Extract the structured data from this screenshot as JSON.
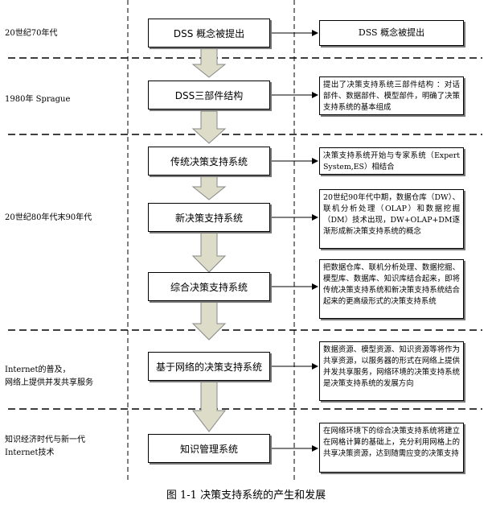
{
  "eras": [
    {
      "label": "20世纪70年代"
    },
    {
      "label": "1980年 Sprague"
    },
    {
      "label": "20世纪80年代末90年代"
    },
    {
      "label": "Internet的普及，\n网络上提供并发共享服务"
    },
    {
      "label": "知识经济时代与新一代\nInternet技术"
    }
  ],
  "stages": [
    {
      "label": "DSS 概念被提出"
    },
    {
      "label": "DSS三部件结构"
    },
    {
      "label": "传统决策支持系统"
    },
    {
      "label": "新决策支持系统"
    },
    {
      "label": "综合决策支持系统"
    },
    {
      "label": "基于网络的决策支持系统"
    },
    {
      "label": "知识管理系统"
    }
  ],
  "notes": [
    {
      "text": "DSS 概念被提出"
    },
    {
      "text": "提出了决策支持系统三部件结构 ：对话部件、数据部件、模型部件，明确了决策支持系统的基本组成"
    },
    {
      "text": "决策支持系统开始与专家系统（Expert System,ES）相结合"
    },
    {
      "text": "20世纪90年代中期，数据仓库（DW）、联机分析处理（OLAP）和数据挖掘（DM）技术出现，DW+OLAP+DM逐渐形成新决策支持系统的概念"
    },
    {
      "text": "把数据仓库、联机分析处理、数据挖掘、模型库、数据库、知识库结合起来，即将传统决策支持系统和新决策支持系统结合起来的更高级形式的决策支持系统"
    },
    {
      "text": "数据资源、模型资源、知识资源等将作为共享资源，以服务器的形式在网络上提供并发共享服务，网络环境的决策支持系统是决策支持系统的发展方向"
    },
    {
      "text": "在网络环境下的综合决策支持系统将建立在网格计算的基础上，充分利用网格上的共享决策资源，达到随需应变的决策支持"
    }
  ],
  "caption": "图 1-1 决策支持系统的产生和发展"
}
